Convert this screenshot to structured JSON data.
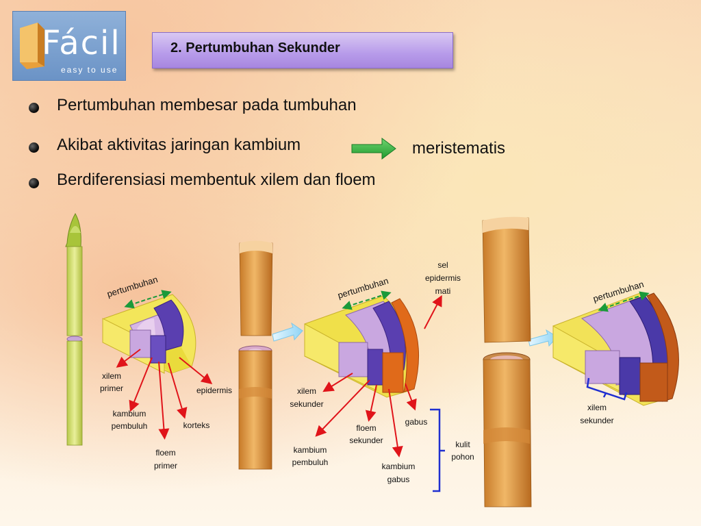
{
  "logo": {
    "text": "Fácil",
    "tagline": "easy to use"
  },
  "title": "2. Pertumbuhan Sekunder",
  "bullets": [
    "Pertumbuhan membesar pada tumbuhan",
    "Akibat aktivitas jaringan kambium",
    "Berdiferensiasi membentuk xilem dan floem"
  ],
  "arrow_target": "meristematis",
  "diagram": {
    "stage1": {
      "growth": "pertumbuhan",
      "labels": {
        "xilem_primer": [
          "xilem",
          "primer"
        ],
        "kambium_pembuluh": [
          "kambium",
          "pembuluh"
        ],
        "floem_primer": [
          "floem",
          "primer"
        ],
        "korteks": "korteks",
        "epidermis": "epidermis"
      }
    },
    "stage2": {
      "growth": "pertumbuhan",
      "labels": {
        "sel_epidermis_mati": [
          "sel",
          "epidermis",
          "mati"
        ],
        "xilem_sekunder": [
          "xilem",
          "sekunder"
        ],
        "floem_sekunder": [
          "floem",
          "sekunder"
        ],
        "kambium_pembuluh": [
          "kambium",
          "pembuluh"
        ],
        "gabus": "gabus",
        "kambium_gabus": [
          "kambium",
          "gabus"
        ],
        "kulit_pohon": [
          "kulit",
          "pohon"
        ]
      }
    },
    "stage3": {
      "growth": "pertumbuhan",
      "labels": {
        "xilem_sekunder": [
          "xilem",
          "sekunder"
        ]
      }
    }
  }
}
